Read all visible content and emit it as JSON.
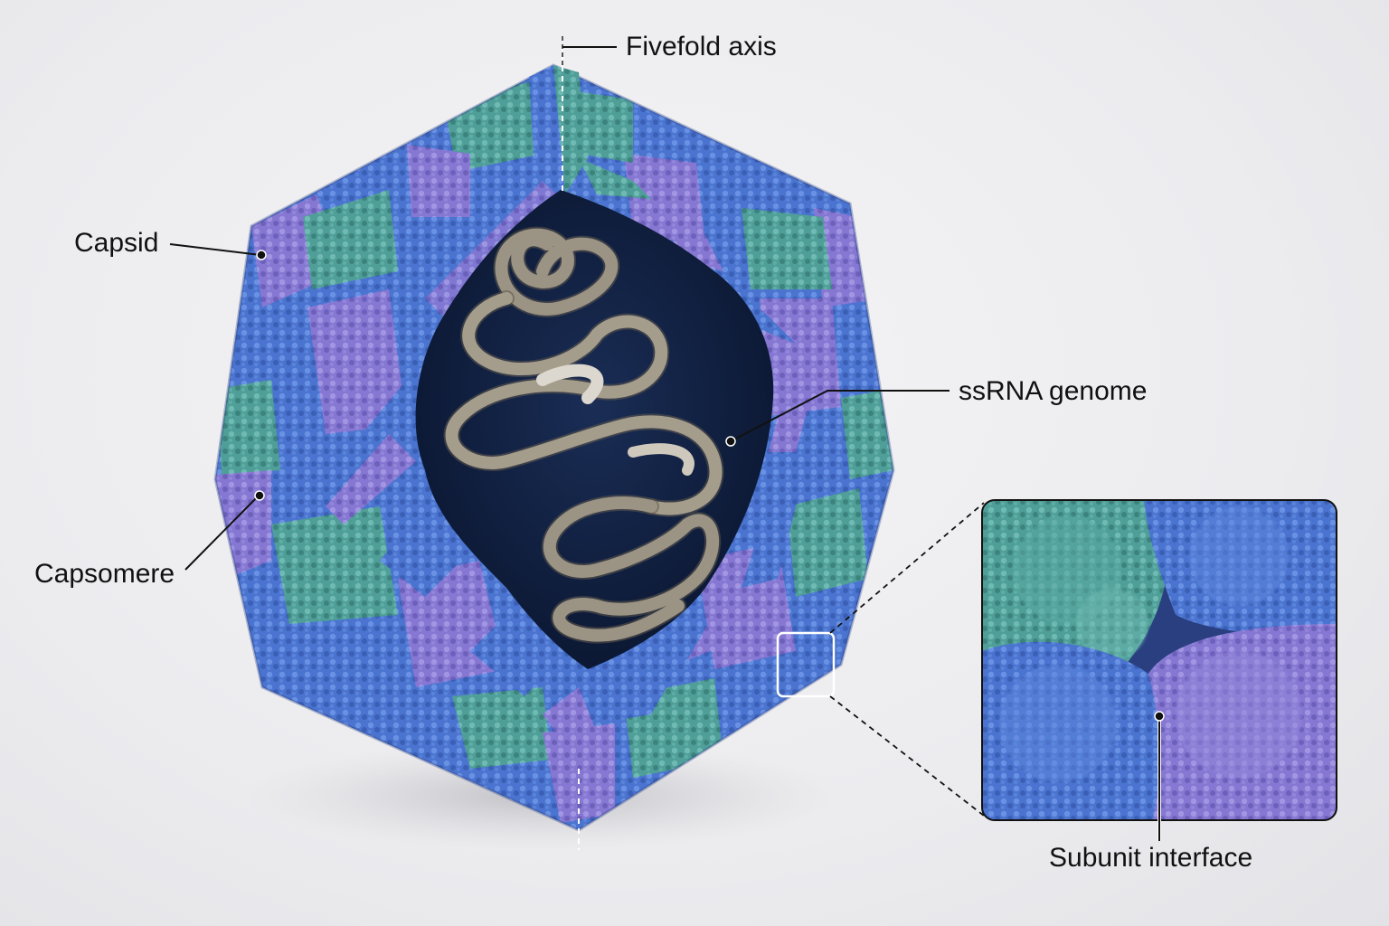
{
  "labels": {
    "fivefold_axis": "Fivefold axis",
    "capsid": "Capsid",
    "capsomere": "Capsomere",
    "ssrna_genome": "ssRNA genome",
    "subunit_interface": "Subunit interface"
  },
  "colors": {
    "blue": "#4a74cf",
    "purple": "#8577d2",
    "teal": "#4f9e98",
    "rna": "#9b9383",
    "interior": "#0f1f3f",
    "background": "#ececef"
  }
}
